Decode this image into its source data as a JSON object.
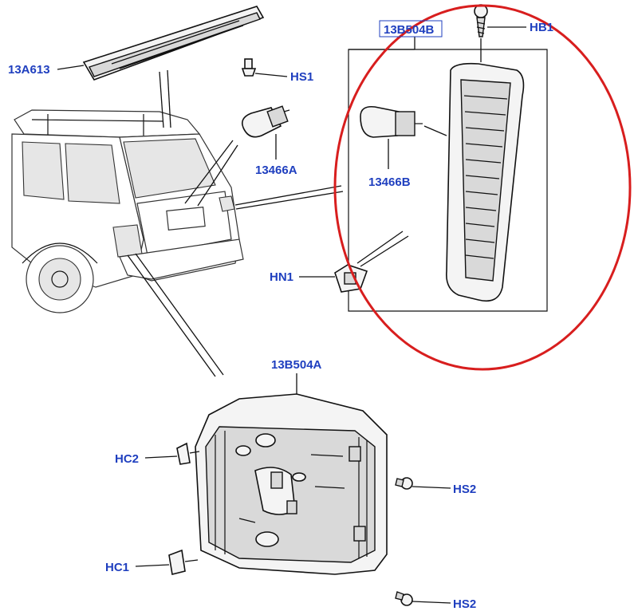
{
  "diagram": {
    "highlight_color": "#d81e1e",
    "label_color": "#1f3fbf",
    "labels": {
      "trim_strip": "13A613",
      "upper_lamp": "13B504B",
      "screw_hb1": "HB1",
      "screw_hs1": "HS1",
      "bulb_a": "13466A",
      "bulb_b": "13466B",
      "nut_hn1": "HN1",
      "tail_lamp": "13B504A",
      "clip_hc2": "HC2",
      "clip_hc1": "HC1",
      "screw_hs2_upper": "HS2",
      "screw_hs2_lower": "HS2"
    }
  }
}
